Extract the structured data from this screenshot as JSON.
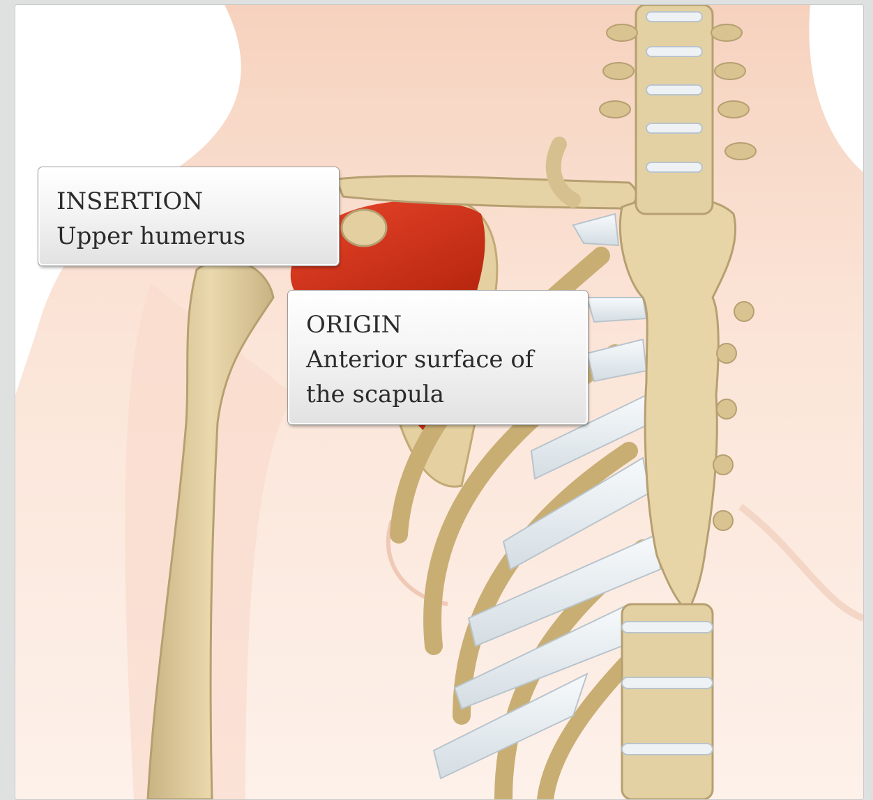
{
  "illustration": {
    "subject": "shoulder-and-thorax-anatomy",
    "highlight_color": "#d9391f",
    "bone_color": "#e2cfa0",
    "cartilage_color": "#e8eef2",
    "skin_color": "#fbe3d6"
  },
  "callouts": {
    "insertion": {
      "heading": "INSERTION",
      "body": "Upper humerus"
    },
    "origin": {
      "heading": "ORIGIN",
      "body": "Anterior surface of the scapula"
    }
  }
}
